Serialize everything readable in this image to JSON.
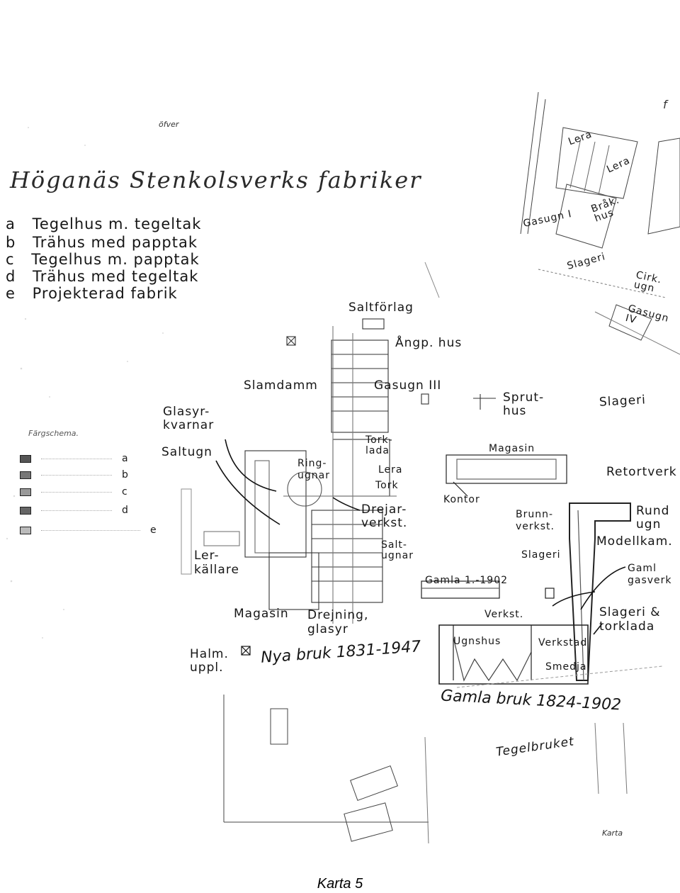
{
  "map": {
    "heading_small": "öfver",
    "title": "Höganäs Stenkolsverks fabriker",
    "legend": [
      {
        "key": "a",
        "text": "Tegelhus m. tegeltak"
      },
      {
        "key": "b",
        "text": "Trähus med papptak"
      },
      {
        "key": "c",
        "text": "Tegelhus m. papptak"
      },
      {
        "key": "d",
        "text": "Trähus med tegeltak"
      },
      {
        "key": "e",
        "text": "Projekterad fabrik"
      }
    ],
    "color_legend": {
      "heading": "Färgschema.",
      "rows": [
        {
          "key": "a",
          "color": "#555555"
        },
        {
          "key": "b",
          "color": "#777777"
        },
        {
          "key": "c",
          "color": "#999999"
        },
        {
          "key": "d",
          "color": "#666666"
        },
        {
          "key": "e",
          "color": "#bbbbbb"
        }
      ]
    },
    "labels": {
      "lera1": "Lera",
      "lera2": "Lera",
      "brak_hus": "Bråk. hus",
      "gasugn1": "Gasugn I",
      "slageri1": "Slageri",
      "cirk_ugn": "Cirk. ugn",
      "gasugn4": "Gasugn IV",
      "saltforlag": "Saltförlag",
      "angp_hus": "Ångp. hus",
      "slamdamm": "Slamdamm",
      "gasugn3": "Gasugn III",
      "sprut_hus": "Sprut-hus",
      "slageri2": "Slageri",
      "glasyr_kvarnar": "Glasyr-kvarnar",
      "saltugn": "Saltugn",
      "tork_lada": "Tork-lada",
      "ring_ugnar": "Ring-ugnar",
      "lera3": "Lera",
      "tork": "Tork",
      "magasin1": "Magasin",
      "retortverk": "Retortverk",
      "kontor": "Kontor",
      "drejar_verkst": "Drejar-verkst.",
      "brunn_verkst": "Brunn-verkst.",
      "rund_ugn": "Rund ugn",
      "modellkam": "Modellkam.",
      "salt_ugnar": "Salt-ugnar",
      "ler_kallare": "Ler-källare",
      "slageri3": "Slageri",
      "gaml_gasverk": "Gaml gasverk",
      "gamla_1902": "Gamla 1.-1902",
      "slageri_torklada": "Slageri & torklada",
      "magasin2": "Magasin",
      "drejning_glasyr": "Drejning, glasyr",
      "verkst": "Verkst.",
      "halm_uppl": "Halm. uppl.",
      "nya_bruk": "Nya bruk 1831-1947",
      "ugnshus": "Ugnshus",
      "verkstad": "Verkstad",
      "smedja": "Smedja",
      "gamla_bruk": "Gamla bruk 1824-1902",
      "tegelbruket": "Tegelbruket",
      "corner": "Karta",
      "f_top": "f"
    },
    "caption": "Karta 5"
  }
}
